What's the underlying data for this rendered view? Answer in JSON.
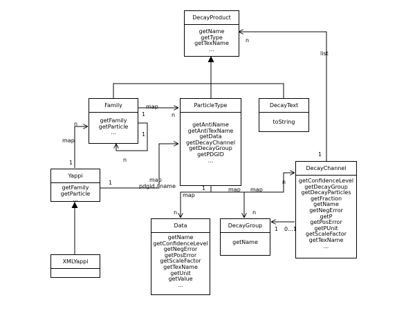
{
  "classes": {
    "decay_product": {
      "name": "DecayProduct",
      "methods": [
        "getName",
        "getType",
        "getTexName",
        "..."
      ]
    },
    "particle_type": {
      "name": "ParticleType",
      "methods": [
        "getAntiName",
        "getAntiTexName",
        "getData",
        "getDecayChannel",
        "getDecayGroup",
        "getPDGID",
        "..."
      ]
    },
    "family": {
      "name": "Family",
      "methods": [
        "getFamily",
        "getParticle",
        "..."
      ]
    },
    "decay_text": {
      "name": "DecayText",
      "methods": [
        "toString"
      ]
    },
    "yappi": {
      "name": "Yappi",
      "methods": [
        "getFamily",
        "getParticle",
        "..."
      ]
    },
    "xml_yappi": {
      "name": "XMLYappi",
      "methods": []
    },
    "decay_channel": {
      "name": "DecayChannel",
      "methods": [
        "getConfidenceLevel",
        "getDecayGroup",
        "getDecayParticles",
        "getFraction",
        "getName",
        "getNegError",
        "getP",
        "getPosError",
        "getPUnit",
        "getScaleFactor",
        "getTexName",
        "..."
      ]
    },
    "data": {
      "name": "Data",
      "methods": [
        "getName",
        "getConfidenceLevel",
        "getNegError",
        "getPosError",
        "getScaleFactor",
        "getTexName",
        "getUnit",
        "getValue",
        "..."
      ]
    },
    "decay_group": {
      "name": "DecayGroup",
      "methods": [
        "getName"
      ]
    }
  },
  "labels": {
    "channel_to_product_n": "n",
    "channel_to_product_role": "list",
    "channel_to_product_mult": "1",
    "family_to_type_role": "map",
    "family_to_type_mult_src": "1",
    "family_to_type_mult_dst": "n",
    "family_self_mult_src": "1",
    "family_self_mult_dst": "n",
    "yappi_to_family_n": "n",
    "yappi_to_family_role": "map",
    "yappi_to_family_mult": "1",
    "yappi_to_type_mult": "1",
    "yappi_to_type_role1": "map",
    "yappi_to_type_role2": "pdgid / name",
    "type_mult": "1",
    "type_to_data_role": "map",
    "type_to_data_n": "n",
    "type_to_group_role": "map",
    "type_to_group_n": "n",
    "type_to_channel_role": "map",
    "type_to_channel_n": "n",
    "channel_to_group_mult_src": "0...1",
    "channel_to_group_mult_dst": "1"
  }
}
